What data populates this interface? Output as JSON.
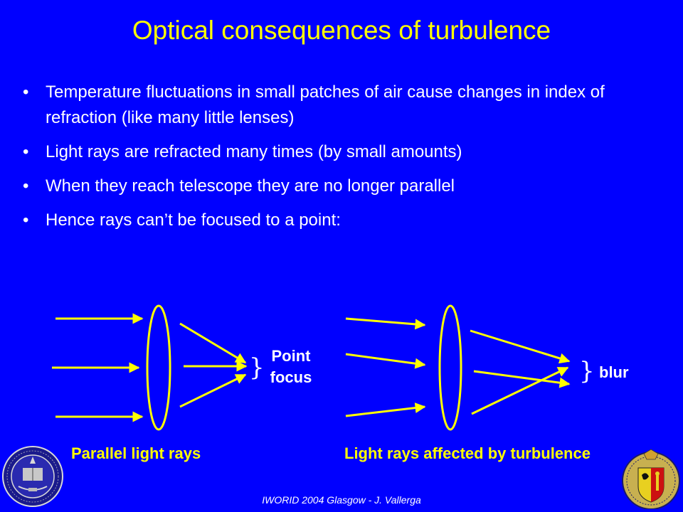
{
  "slide": {
    "title": "Optical consequences of turbulence",
    "bullets": [
      "Temperature fluctuations in small patches of air cause changes in index of refraction (like many little lenses)",
      "Light rays are refracted many times (by small amounts)",
      "When they reach telescope they are no longer parallel",
      "Hence rays can’t be focused to a point:"
    ],
    "footer": "IWORID 2004 Glasgow - J. Vallerga"
  },
  "diagram": {
    "left": {
      "point_label_1": "Point",
      "point_label_2": "focus",
      "caption": "Parallel light rays"
    },
    "right": {
      "blur_label": "blur",
      "caption": "Light rays affected by turbulence"
    },
    "brace_glyph": "}"
  },
  "colors": {
    "background": "#0000ff",
    "title": "#ffff00",
    "ray": "#ffff00",
    "text": "#ffffff"
  },
  "logos": {
    "left": "university-of-california-seal-icon",
    "right": "geneva-crest-seal-icon"
  }
}
